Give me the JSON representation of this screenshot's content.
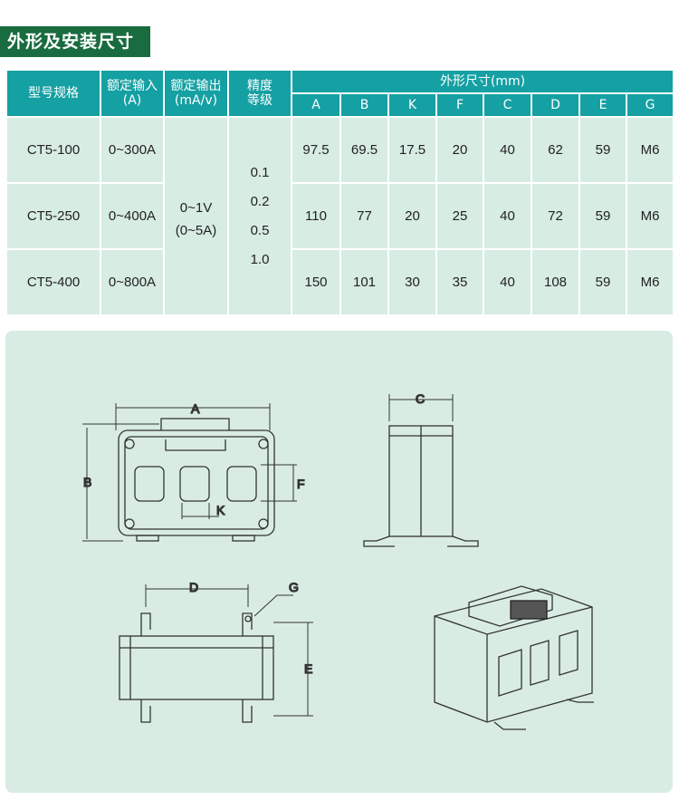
{
  "section_title": "外形及安装尺寸",
  "table": {
    "headers": {
      "model": "型号规格",
      "input": "额定输入(A)",
      "output": "额定输出(mA/v)",
      "accuracy": "精度等级",
      "dims": "外形尺寸(mm)"
    },
    "dim_cols": [
      "A",
      "B",
      "K",
      "F",
      "C",
      "D",
      "E",
      "G"
    ],
    "rows": [
      {
        "model": "CT5-100",
        "input": "0~300A",
        "dims": [
          "97.5",
          "69.5",
          "17.5",
          "20",
          "40",
          "62",
          "59",
          "M6"
        ]
      },
      {
        "model": "CT5-250",
        "input": "0~400A",
        "dims": [
          "110",
          "77",
          "20",
          "25",
          "40",
          "72",
          "59",
          "M6"
        ]
      },
      {
        "model": "CT5-400",
        "input": "0~800A",
        "dims": [
          "150",
          "101",
          "30",
          "35",
          "40",
          "108",
          "59",
          "M6"
        ]
      }
    ],
    "output_line1": "0~1V",
    "output_line2": "(0~5A)",
    "accuracy": [
      "0.1",
      "0.2",
      "0.5",
      "1.0"
    ]
  },
  "drawing_labels": {
    "A": "A",
    "B": "B",
    "C": "C",
    "D": "D",
    "E": "E",
    "F": "F",
    "G": "G",
    "K": "K"
  }
}
